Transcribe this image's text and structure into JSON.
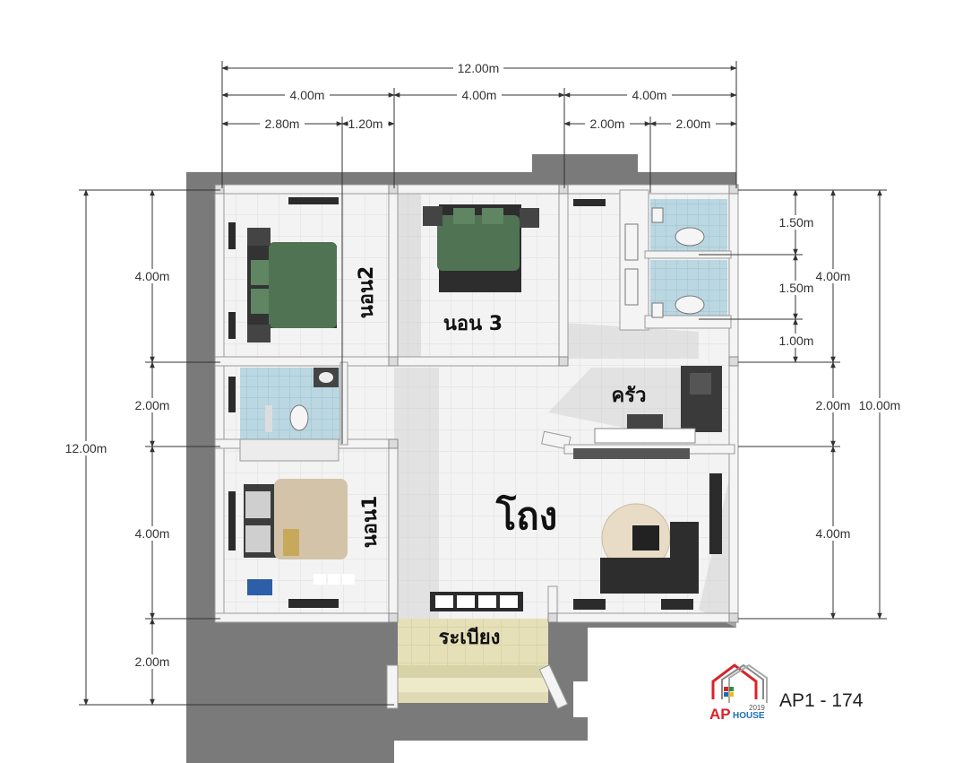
{
  "dimensions": {
    "top_total": "12.00m",
    "top_modules": [
      "4.00m",
      "4.00m",
      "4.00m"
    ],
    "top_sub": [
      "2.80m",
      "1.20m",
      "2.00m",
      "2.00m"
    ],
    "left_total": "12.00m",
    "left_modules": [
      "4.00m",
      "2.00m",
      "4.00m",
      "2.00m"
    ],
    "right_inner": [
      "1.50m",
      "1.50m",
      "1.00m"
    ],
    "right_modules": [
      "4.00m",
      "2.00m",
      "4.00m"
    ],
    "right_total": "10.00m"
  },
  "rooms": {
    "bedroom2": "นอน2",
    "bedroom3": "นอน 3",
    "kitchen": "ครัว",
    "living": "โถง",
    "bedroom1": "นอน1",
    "terrace": "ระเบียง"
  },
  "logo": {
    "brand": "AP",
    "sub": "HOUSE",
    "year": "2019"
  },
  "plan_code": "AP1 - 174",
  "colors": {
    "ground": "#7b7b7b",
    "wall": "#f4f4f4",
    "floor_tile": "#f2f2f2",
    "bath_tile": "#b8d6e0",
    "bed_green": "#4f7353",
    "terrace_floor": "#e4deb6"
  }
}
